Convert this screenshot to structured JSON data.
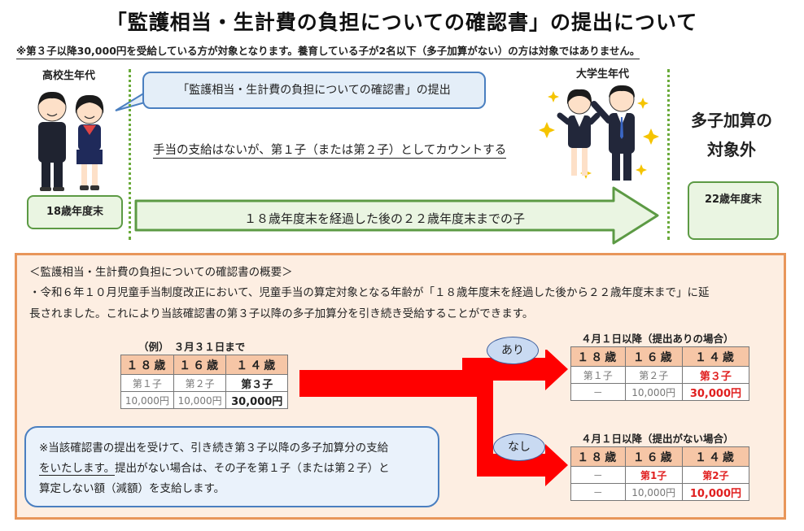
{
  "title": "「監護相当・生計費の負担についての確認書」の提出について",
  "note": "※第３子以降30,000円を受給している方が対象となります。養育している子が2名以下（多子加算がない）の方は対象ではありません。",
  "left_label": "高校生年代",
  "right_label": "大学生年代",
  "bubble": "「監護相当・生計費の負担についての確認書」の提出",
  "count_text": "手当の支給はないが、第１子（または第２子）としてカウントする",
  "outside_line1": "多子加算の",
  "outside_line2": "対象外",
  "age18_box": "18歳年度末",
  "age22_box": "22歳年度末",
  "arrow_text": "１８歳年度末を経過した後の２２歳年度末までの子",
  "panel": {
    "heading": "＜監護相当・生計費の負担についての確認書の概要＞",
    "line1": "・令和６年１０月児童手当制度改正において、児童手当の算定対象となる年齢が「１８歳年度末を経過した後から２２歳年度末まで」に延",
    "line2": "長されました。これにより当該確認書の第３子以降の多子加算分を引き続き受給することができます。"
  },
  "example": {
    "caption": "（例）　３月３１日まで",
    "headers": [
      "１８歳",
      "１６歳",
      "１４歳"
    ],
    "order": [
      "第１子",
      "第２子",
      "第３子"
    ],
    "amounts": [
      "10,000円",
      "10,000円",
      "30,000円"
    ]
  },
  "branch_yes": {
    "oval": "あり",
    "caption": "４月１日以降（提出ありの場合）",
    "headers": [
      "１８歳",
      "１６歳",
      "１４歳"
    ],
    "order": [
      "第１子",
      "第２子",
      "第３子"
    ],
    "amounts": [
      "－",
      "10,000円",
      "30,000円"
    ]
  },
  "branch_no": {
    "oval": "なし",
    "caption": "４月１日以降（提出がない場合）",
    "headers": [
      "１８歳",
      "１６歳",
      "１４歳"
    ],
    "order": [
      "－",
      "第1子",
      "第2子"
    ],
    "amounts": [
      "－",
      "10,000円",
      "10,000円"
    ]
  },
  "info": {
    "line1": "※当該確認書の提出を受けて、引き続き第３子以降の多子加算分の支給",
    "line2": "をいたします。",
    "line2b": "提出がない場合は、その子を第１子（または第２子）と",
    "line3": "算定しない額（減額）を支給します。"
  },
  "colors": {
    "green": "#5c9a44",
    "blue": "#4a7fc0",
    "orange": "#e8965a",
    "red_arrow": "#ff0000",
    "header_fill": "#f6c6a6"
  }
}
